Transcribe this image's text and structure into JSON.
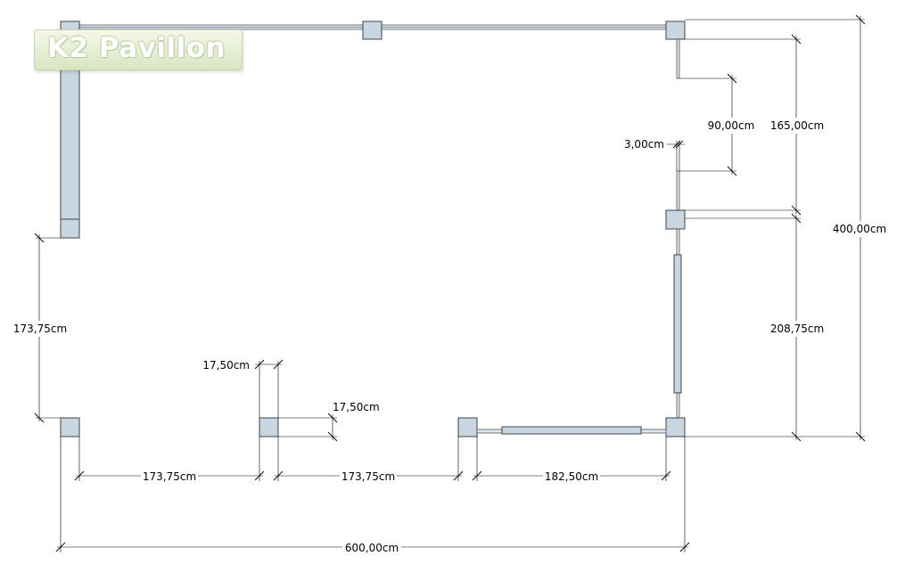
{
  "logo": {
    "text": "K2 Pavillon"
  },
  "dimensions": {
    "total_width": "600,00cm",
    "total_depth": "400,00cm",
    "right_upper": "165,00cm",
    "right_lower": "208,75cm",
    "opening": "90,00cm",
    "gap": "3,00cm",
    "left_side": "173,75cm",
    "post_width": "17,50cm",
    "post_depth": "17,50cm",
    "bottom_span_1": "173,75cm",
    "bottom_span_2": "173,75cm",
    "bottom_span_3": "182,50cm"
  },
  "colors": {
    "post_fill": "#c7d6e0",
    "outline": "#444444",
    "logo_bg": "#e4eed0"
  }
}
